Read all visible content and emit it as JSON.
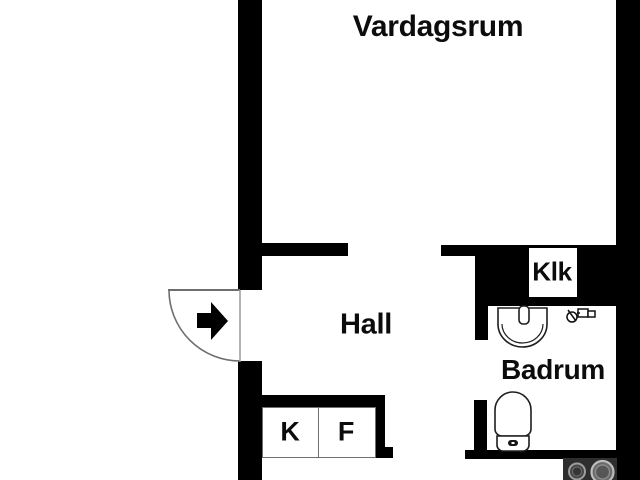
{
  "floorplan": {
    "rooms": {
      "living_room": "Vardagsrum",
      "hall": "Hall",
      "closet": "Klk",
      "bathroom": "Badrum"
    },
    "appliances": {
      "fridge": "K",
      "freezer": "F"
    },
    "icons": [
      "door-swing-icon",
      "entrance-arrow-icon",
      "sink-icon",
      "water-valve-icon",
      "toilet-icon",
      "stove-burners-icon"
    ],
    "colors": {
      "wall": "#000000",
      "background": "#ffffff",
      "thin_line": "#808080",
      "stove_body": "#2e2e2e",
      "burner_ring": "#b5b5b5"
    }
  }
}
